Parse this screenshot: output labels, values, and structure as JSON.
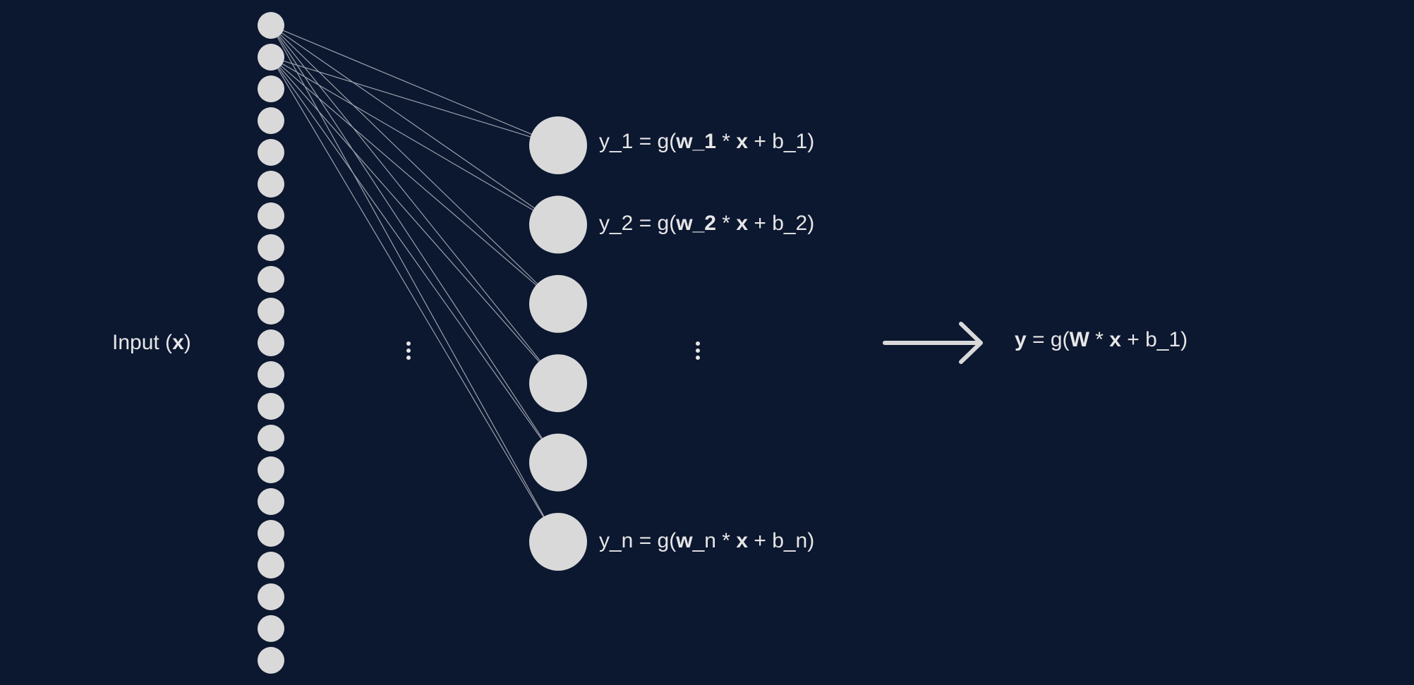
{
  "input_label": {
    "prefix": "Input (",
    "var": "x",
    "suffix": ")"
  },
  "equations": {
    "y1": {
      "lhs": "y_1 = g(",
      "w": "w_1",
      "op": " * ",
      "x": "x",
      "rest": " + b_1)"
    },
    "y2": {
      "lhs": "y_2 = g(",
      "w": "w_2",
      "op": " * ",
      "x": "x",
      "rest": " + b_2)"
    },
    "yn": {
      "lhs": "y_n = g(",
      "w_bold": "w",
      "w_rest": "_n",
      "op": " * ",
      "x": "x",
      "rest": " + b_n)"
    }
  },
  "matrix_equation": {
    "y": "y",
    "mid": " = g(",
    "W": "W",
    "op": " * ",
    "x": "x",
    "rest": " + b_1)"
  },
  "network": {
    "input_node_count": 21,
    "output_node_count": 6,
    "connected_output_indices": [
      0,
      1,
      2,
      3,
      4,
      5
    ]
  },
  "colors": {
    "background": "#0c1730",
    "node": "#d9d9d9",
    "edge": "#9aa0aa",
    "text": "#e6e6e6",
    "arrow": "#d9d9d9"
  },
  "icons": {
    "arrow": "right-arrow-icon",
    "ellipsis": "vertical-ellipsis-icon"
  }
}
